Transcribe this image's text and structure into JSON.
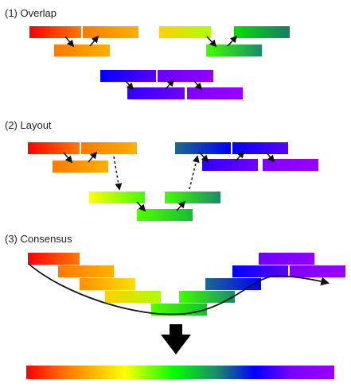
{
  "sections": {
    "overlap": {
      "title": "(1) Overlap"
    },
    "layout": {
      "title": "(2) Layout"
    },
    "consensus": {
      "title": "(3) Consensus"
    }
  },
  "colors": {
    "arrow": "#111111",
    "spectrum": [
      "#ff0000",
      "#ff8000",
      "#ffff00",
      "#00ff00",
      "#1a8a6a",
      "#0000ff",
      "#7a00ff",
      "#9a00ff"
    ]
  }
}
